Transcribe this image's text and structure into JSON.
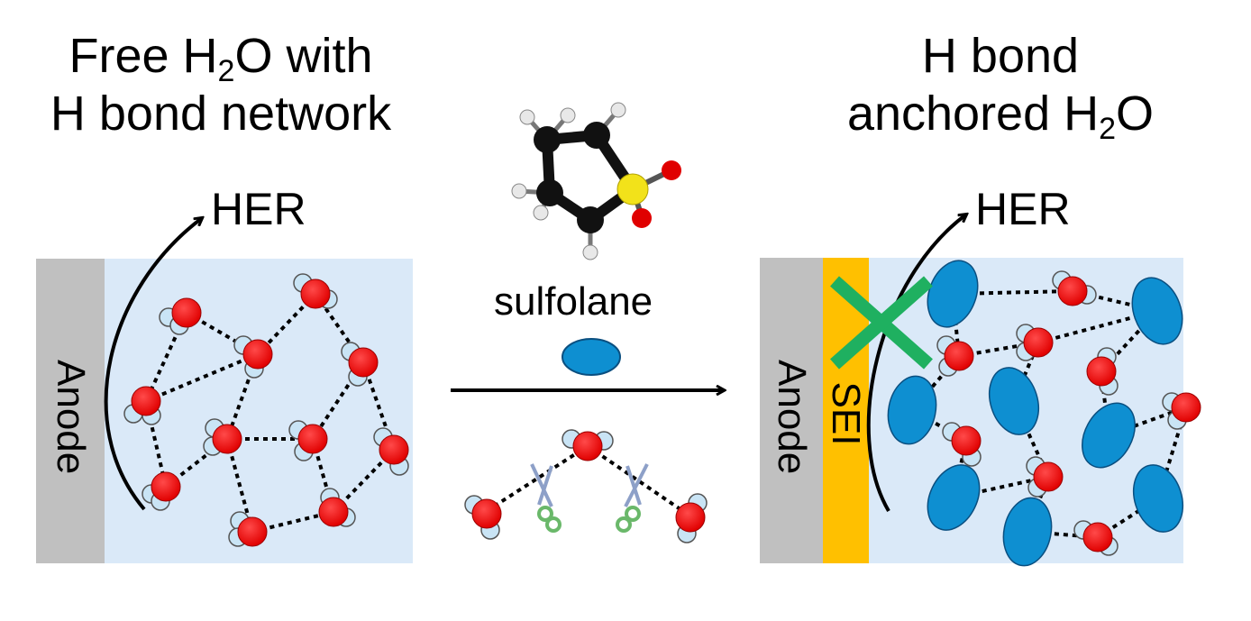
{
  "left_panel": {
    "title_line1_pre": "Free H",
    "title_line1_sub": "2",
    "title_line1_post": "O with",
    "title_line2": "H bond network",
    "her": "HER",
    "anode": "Anode"
  },
  "middle": {
    "sulfolane_label": "sulfolane"
  },
  "right_panel": {
    "title_line1": "H bond",
    "title_line2_pre": "anchored H",
    "title_line2_sub": "2",
    "title_line2_post": "O",
    "her": "HER",
    "anode": "Anode",
    "sei": "SEI"
  },
  "colors": {
    "electrolyte": "#dae9f8",
    "anode": "#c0c0c0",
    "sei": "#ffc000",
    "oxygen": "#ff0000",
    "hydrogen": "#c9e4f5",
    "sulfolane": "#0e8fd1",
    "block_x": "#1fb060"
  }
}
